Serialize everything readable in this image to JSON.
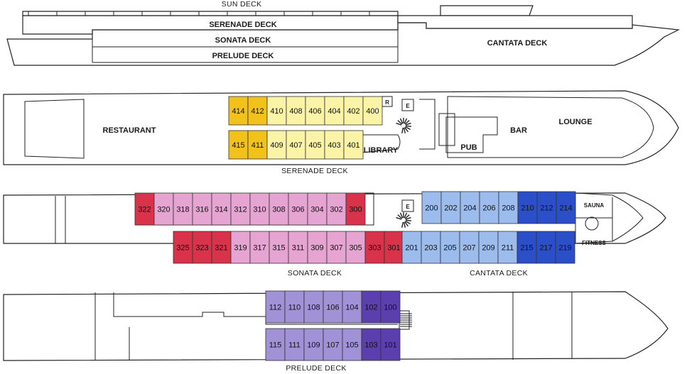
{
  "profile": {
    "sun_deck": "SUN DECK",
    "serenade_deck": "SERENADE DECK",
    "sonata_deck": "SONATA DECK",
    "prelude_deck": "PRELUDE DECK",
    "cantata_deck": "CANTATA DECK"
  },
  "serenade": {
    "caption": "SERENADE DECK",
    "restaurant": "RESTAURANT",
    "library": "LIBRARY",
    "lounge": "LOUNGE",
    "bar": "BAR",
    "pub": "PUB",
    "r_marker": "R",
    "e_marker": "E",
    "top_row": [
      "414",
      "412",
      "410",
      "408",
      "406",
      "404",
      "402",
      "400"
    ],
    "bottom_row": [
      "415",
      "411",
      "409",
      "407",
      "405",
      "403",
      "401"
    ]
  },
  "sonata": {
    "caption": "SONATA DECK",
    "cantata_caption": "CANTATA DECK",
    "sauna": "SAUNA",
    "fitness": "FITNESS",
    "e_marker": "E",
    "top_row": [
      "322",
      "320",
      "318",
      "316",
      "314",
      "312",
      "310",
      "308",
      "306",
      "304",
      "302",
      "300"
    ],
    "bottom_row": [
      "325",
      "323",
      "321",
      "319",
      "317",
      "315",
      "311",
      "309",
      "307",
      "305",
      "303",
      "301"
    ],
    "cantata_top": [
      "200",
      "202",
      "204",
      "206",
      "208",
      "210",
      "212",
      "214"
    ],
    "cantata_bottom": [
      "201",
      "203",
      "205",
      "207",
      "209",
      "211",
      "215",
      "217",
      "219"
    ]
  },
  "prelude": {
    "caption": "PRELUDE DECK",
    "top_row": [
      "112",
      "110",
      "108",
      "106",
      "104",
      "102",
      "100"
    ],
    "bottom_row": [
      "115",
      "111",
      "109",
      "107",
      "105",
      "103",
      "101"
    ]
  },
  "colors": {
    "gold": "#f2c21b",
    "light_yellow": "#fbf3a6",
    "red": "#d8334a",
    "pink": "#e6a4d2",
    "light_blue": "#9dbcee",
    "dark_blue": "#2a4fc9",
    "lavender": "#a191d6",
    "purple": "#5b3fae"
  }
}
